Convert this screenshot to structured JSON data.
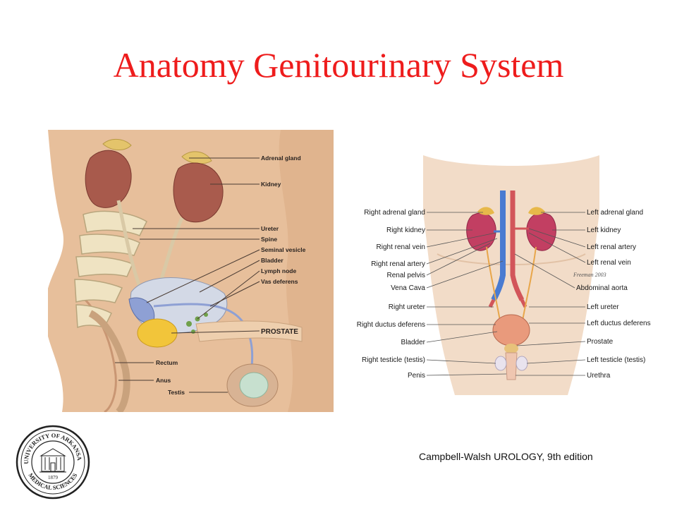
{
  "slide": {
    "title": "Anatomy Genitourinary System",
    "caption": "Campbell-Walsh UROLOGY, 9th edition",
    "title_color": "#ee1c1c"
  },
  "seal": {
    "text_top": "UNIVERSITY OF ARKANSAS",
    "text_bottom": "MEDICAL SCIENCES",
    "year": "1879"
  },
  "left_diagram": {
    "labels": [
      "Adrenal gland",
      "Kidney",
      "Ureter",
      "Spine",
      "Seminal vesicle",
      "Bladder",
      "Lymph node",
      "Vas deferens",
      "PROSTATE",
      "Rectum",
      "Anus",
      "Testis"
    ]
  },
  "right_diagram": {
    "signature": "Freeman 2003",
    "left_labels": [
      "Right adrenal gland",
      "Right kidney",
      "Right renal vein",
      "Right renal artery",
      "Renal pelvis",
      "Vena Cava",
      "Right ureter",
      "Right ductus deferens",
      "Bladder",
      "Right testicle (testis)",
      "Penis"
    ],
    "right_labels": [
      "Left adrenal gland",
      "Left kidney",
      "Left renal artery",
      "Left renal vein",
      "Abdominal aorta",
      "Left ureter",
      "Left ductus deferens",
      "Prostate",
      "Left testicle (testis)",
      "Urethra"
    ]
  }
}
